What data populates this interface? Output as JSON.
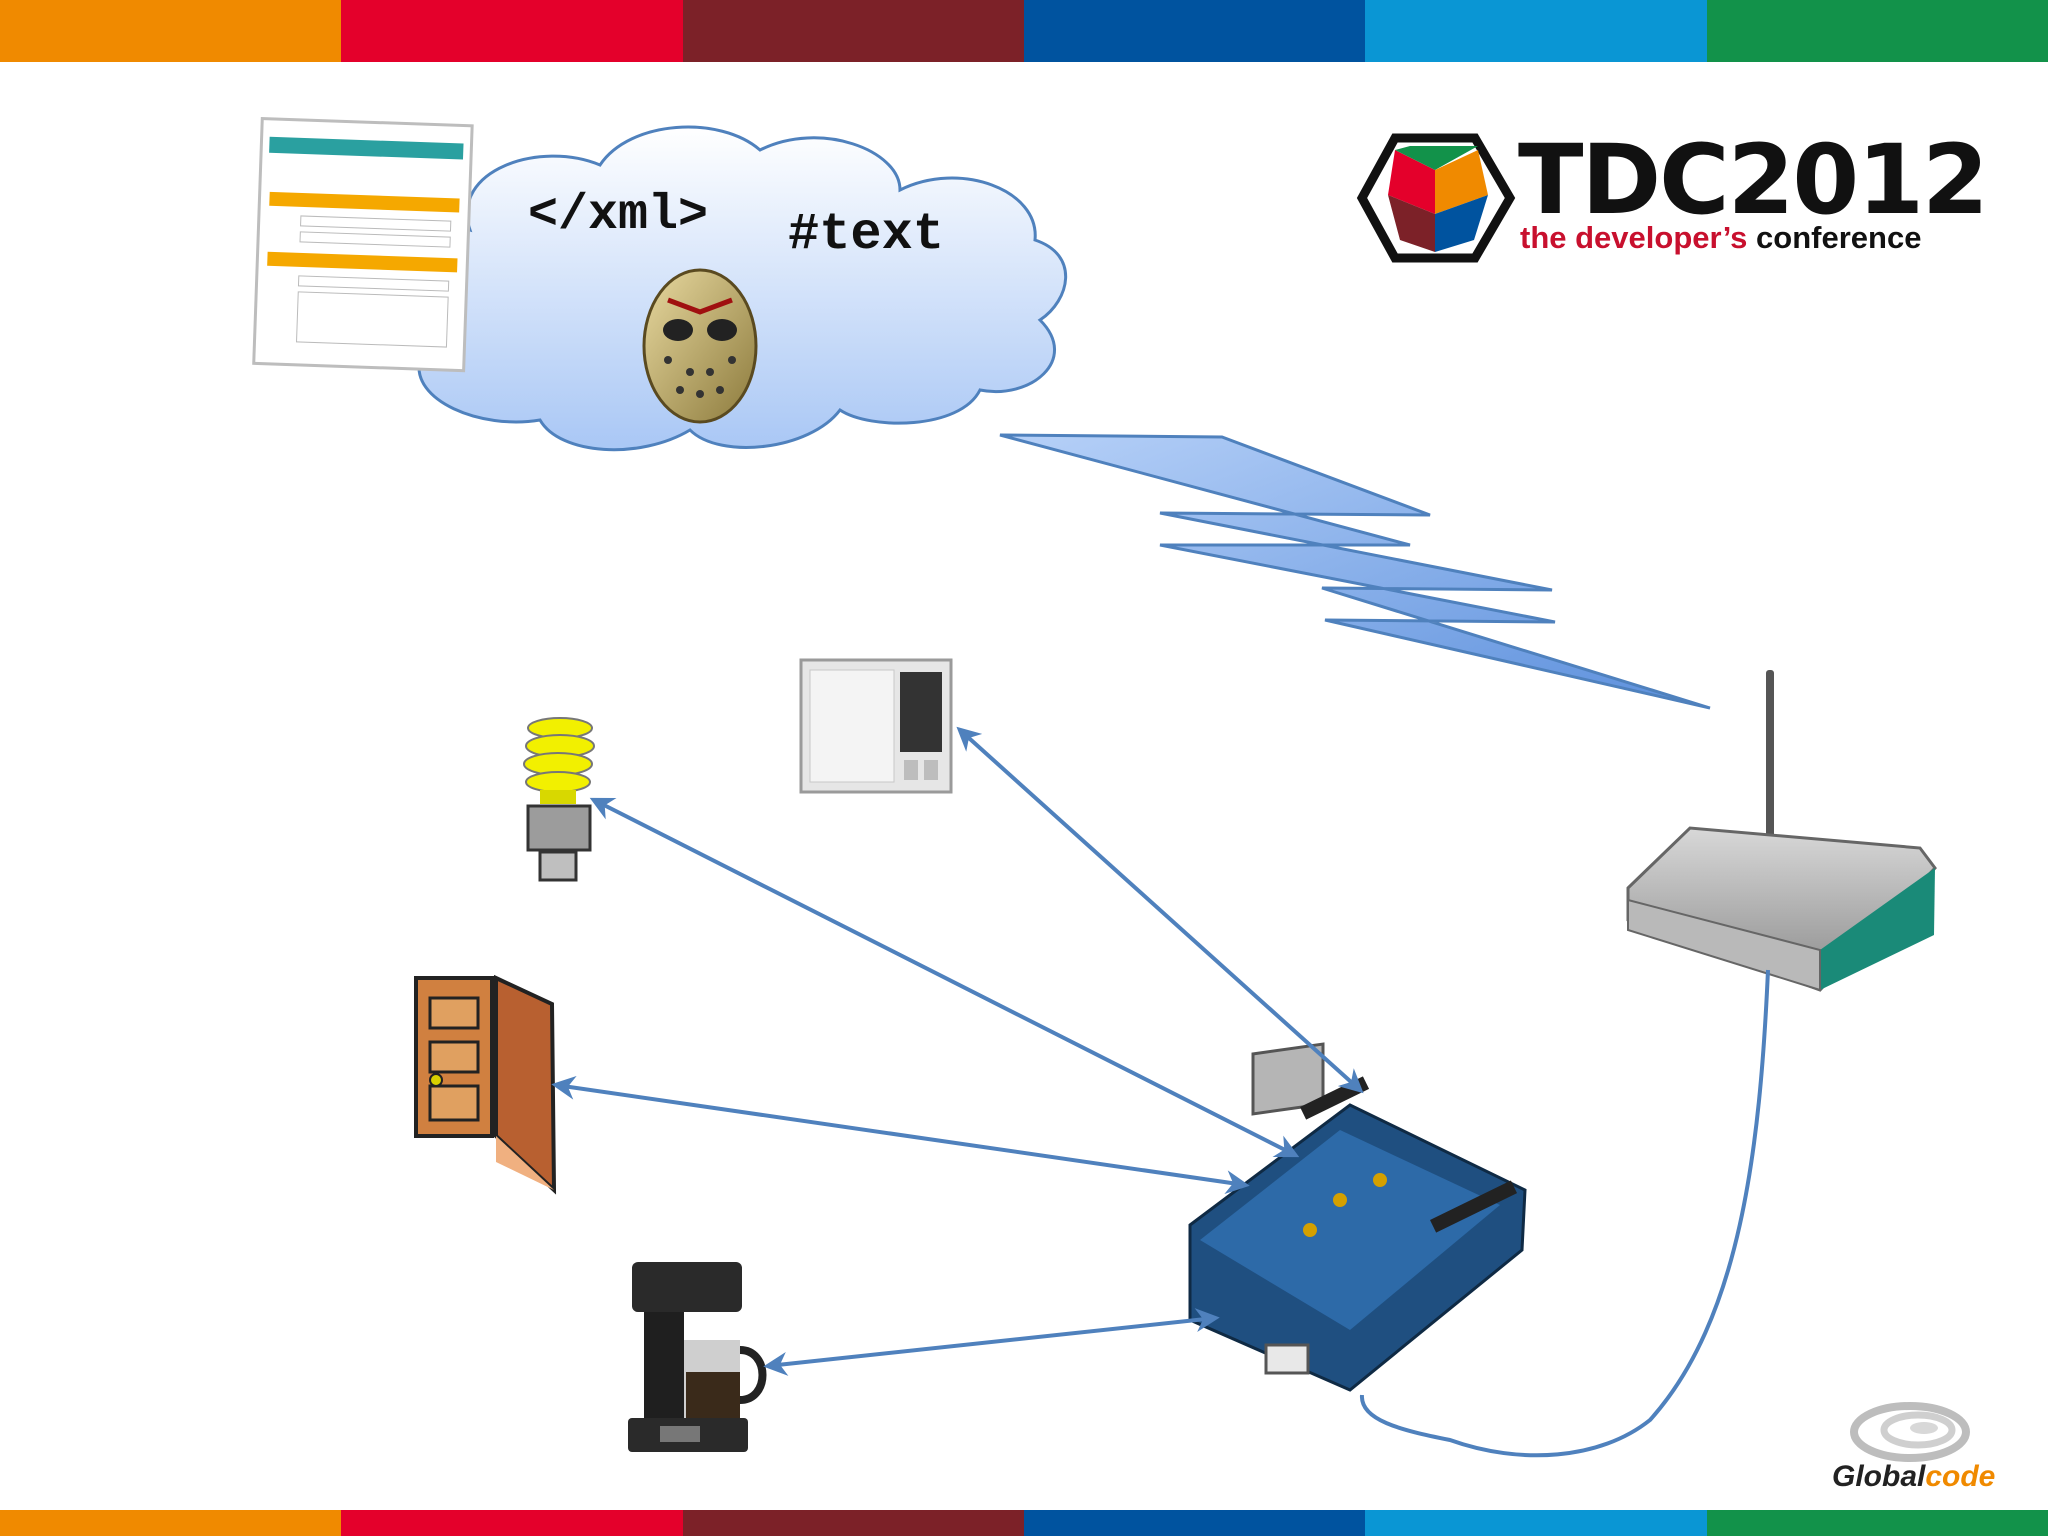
{
  "colors": {
    "band": [
      "#f08a00",
      "#e4002b",
      "#7c2128",
      "#00539f",
      "#0a96d4",
      "#12924a"
    ],
    "arrow": "#4f81bd",
    "cloud_fill_top": "#ffffff",
    "cloud_fill_bottom": "#a9c7f5",
    "tdc_red": "#c8102e"
  },
  "cloud": {
    "code_text": "</xml>",
    "hash_text": "#text"
  },
  "logo": {
    "title": "TDC2012",
    "tagline_part1": "the developer’s",
    "tagline_part2": "conference"
  },
  "footer_logo": {
    "part1": "Global",
    "part2": "code"
  },
  "icons": [
    "web-form-icon",
    "hockey-mask-icon",
    "lightning-bolt-icon",
    "wifi-router-icon",
    "air-conditioner-icon",
    "light-bulb-icon",
    "door-icon",
    "coffee-maker-icon",
    "arduino-ethernet-board-icon"
  ]
}
